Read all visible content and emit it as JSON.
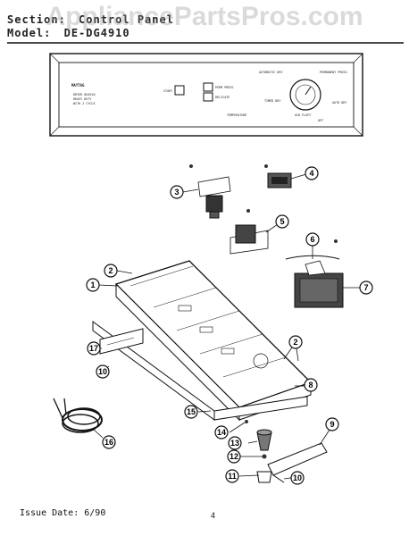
{
  "header": {
    "section_label": "Section:",
    "section_value": "Control Panel",
    "model_label": "Model:",
    "model_value": "DE-DG4910"
  },
  "watermark": "AppliancePartsPros.com",
  "control_panel": {
    "brand": "MAYTAG",
    "info_lines": [
      "DRYER DG4910",
      "HEAVY DUTY",
      "WITH 2 CYCLE"
    ],
    "start_label": "START",
    "selector_labels": [
      "PERM PRESS",
      "DELICATE"
    ],
    "temp_label": "TEMPERATURE",
    "dial_labels": [
      "AUTOMATIC DRY",
      "PERMANENT PRESS",
      "TIMED DRY",
      "AUTO DRY",
      "AIR FLUFF",
      "OFF"
    ]
  },
  "callouts": [
    "1",
    "2",
    "2",
    "3",
    "4",
    "5",
    "6",
    "7",
    "8",
    "9",
    "10",
    "10",
    "11",
    "12",
    "13",
    "14",
    "15",
    "16",
    "17"
  ],
  "footer": {
    "issue_label": "Issue Date:",
    "issue_date": "6/90",
    "page_number": "4"
  }
}
